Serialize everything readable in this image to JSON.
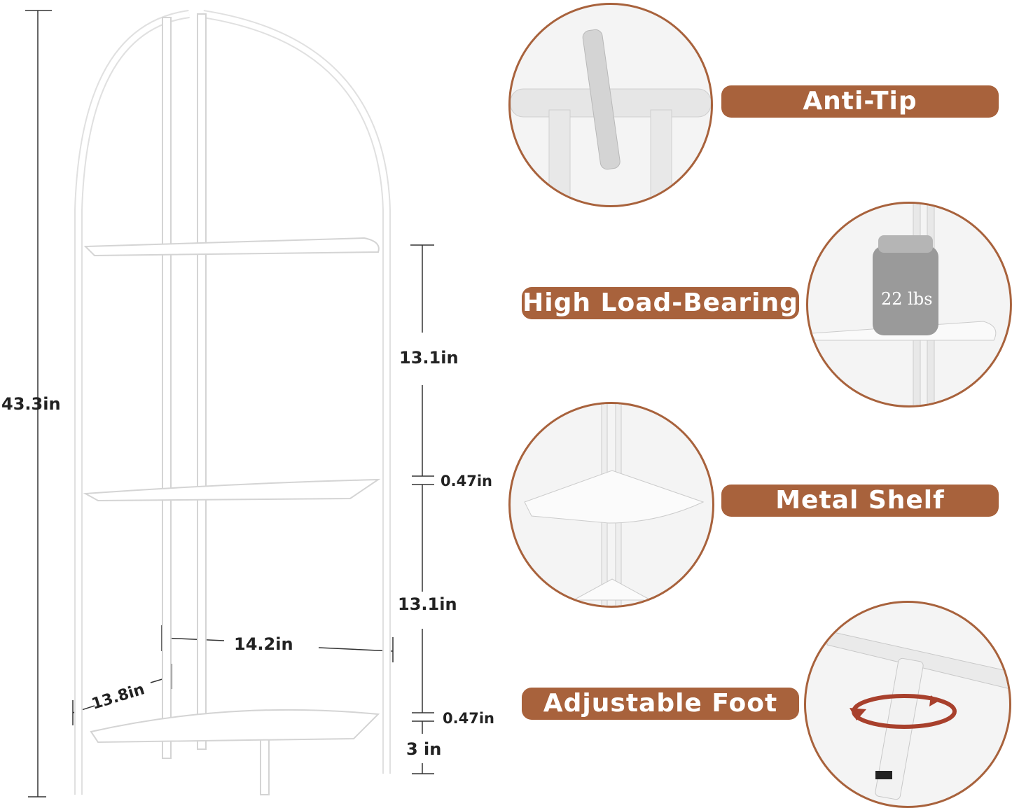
{
  "dimensions": {
    "total_height": "43.3in",
    "shelf_gap_upper": "13.1in",
    "shelf_thickness_upper": "0.47in",
    "shelf_gap_lower": "13.1in",
    "shelf_thickness_lower": "0.47in",
    "foot_height": "3 in",
    "width": "14.2in",
    "depth": "13.8in"
  },
  "features": [
    {
      "label": "Anti-Tip",
      "icon": "anti-tip-strap-icon"
    },
    {
      "label": "High Load-Bearing",
      "icon": "weight-icon",
      "weight_label": "22 lbs"
    },
    {
      "label": "Metal Shelf",
      "icon": "shelf-icon"
    },
    {
      "label": "Adjustable Foot",
      "icon": "rotate-foot-icon"
    }
  ],
  "colors": {
    "accent": "#a8623c",
    "frame": "#ffffff",
    "outline": "#d8d8d8"
  }
}
